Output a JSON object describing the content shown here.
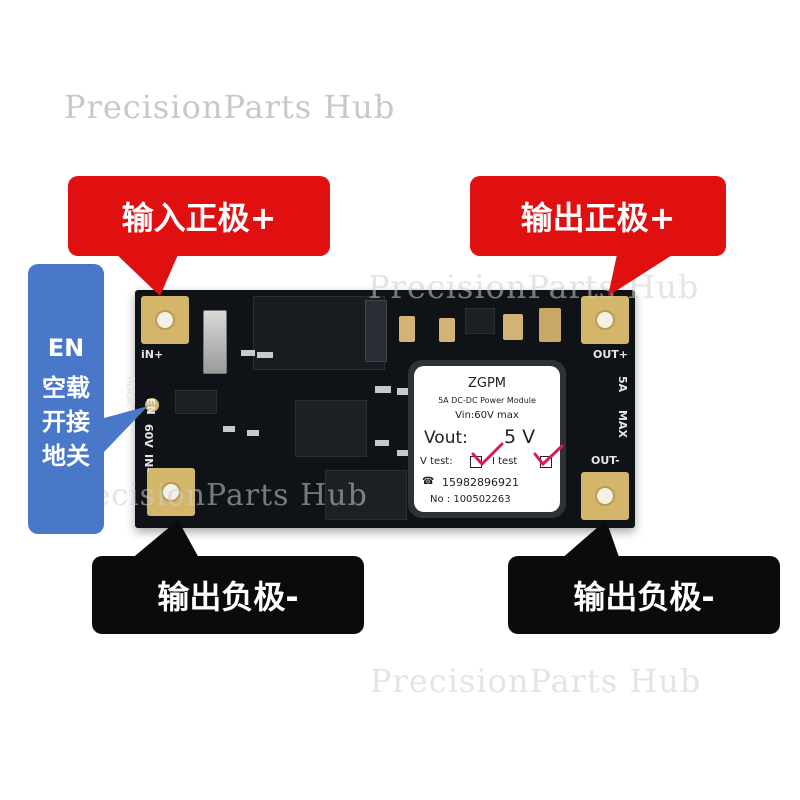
{
  "watermark": "PrecisionParts Hub",
  "callouts": {
    "input_positive": "输入正极+",
    "output_positive": "输出正极+",
    "output_negative_left": "输出负极-",
    "output_negative_right": "输出负极-",
    "en_note": [
      "EN",
      "空载",
      "开接",
      "地关"
    ]
  },
  "board_silkscreen": {
    "in_plus": "iN+",
    "max_left": "MAX",
    "v60": "60V",
    "in_minus": "IN-",
    "en": "EN",
    "out_plus": "OUT+",
    "amp": "5A",
    "max_right": "MAX",
    "out_minus": "OUT-"
  },
  "module_label": {
    "brand": "ZGPM",
    "desc": "5A DC-DC Power Module",
    "vin": "Vin:60V max",
    "vout_label": "Vout:",
    "vout_value": "5 V",
    "v_test": "V test:",
    "i_test": "I test",
    "phone": "15982896921",
    "serial": "No : 100502263"
  },
  "colors": {
    "red_callout": "#e01010",
    "black_callout": "#0b0b0b",
    "blue_callout": "#4a78c8",
    "pcb": "#0f1216",
    "pad_gold": "#d4b66a",
    "check_mark": "#d81b60"
  }
}
